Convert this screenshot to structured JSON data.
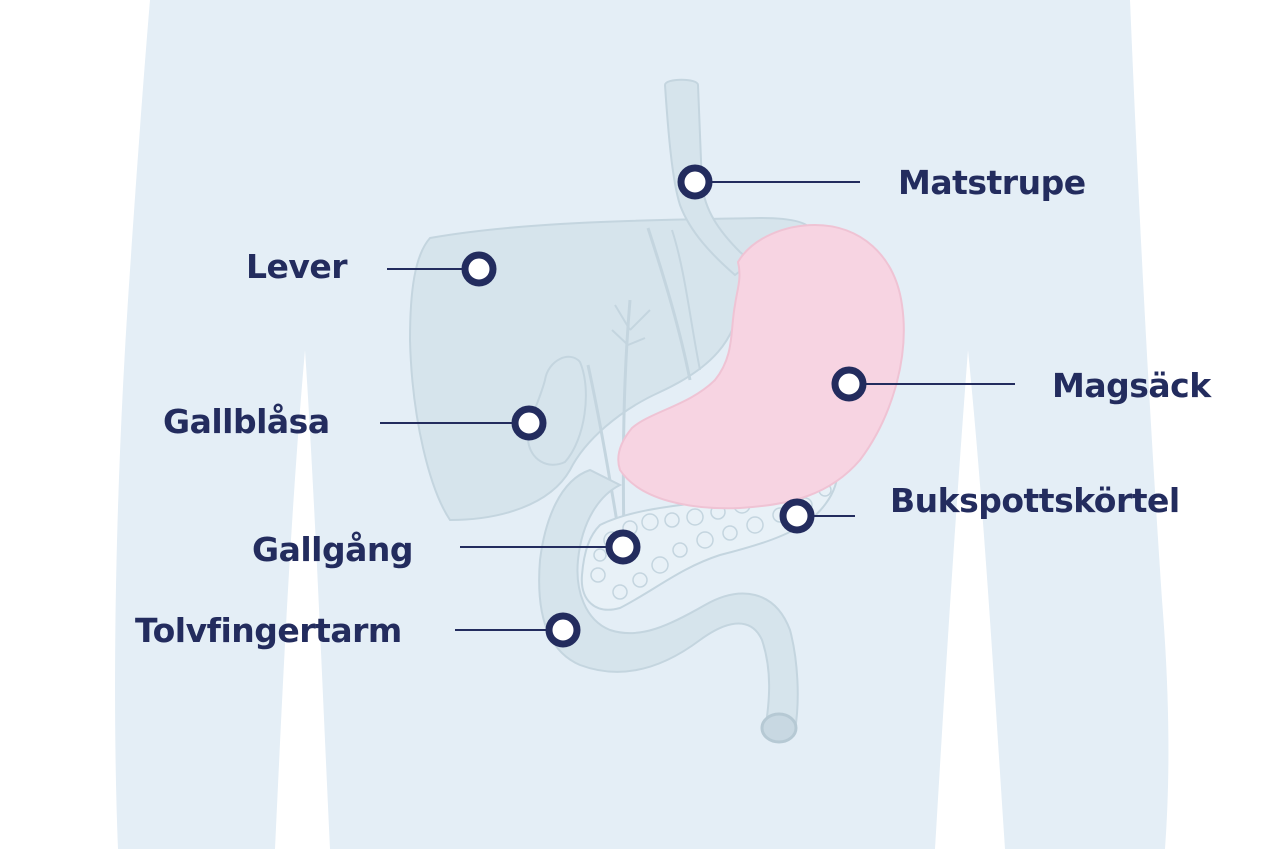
{
  "colors": {
    "background": "#ffffff",
    "body": "#e4eef6",
    "organ": "#d6e4ec",
    "organ_outline": "#c4d5df",
    "stomach": "#f7d4e2",
    "marker": "#232c5e",
    "label": "#232c5e"
  },
  "labels": {
    "matstrupe": "Matstrupe",
    "lever": "Lever",
    "magsack": "Magsäck",
    "gallblasa": "Gallblåsa",
    "bukspottskortel": "Bukspottskörtel",
    "gallgang": "Gallgång",
    "tolvfingertarm": "Tolvfingertarm"
  }
}
